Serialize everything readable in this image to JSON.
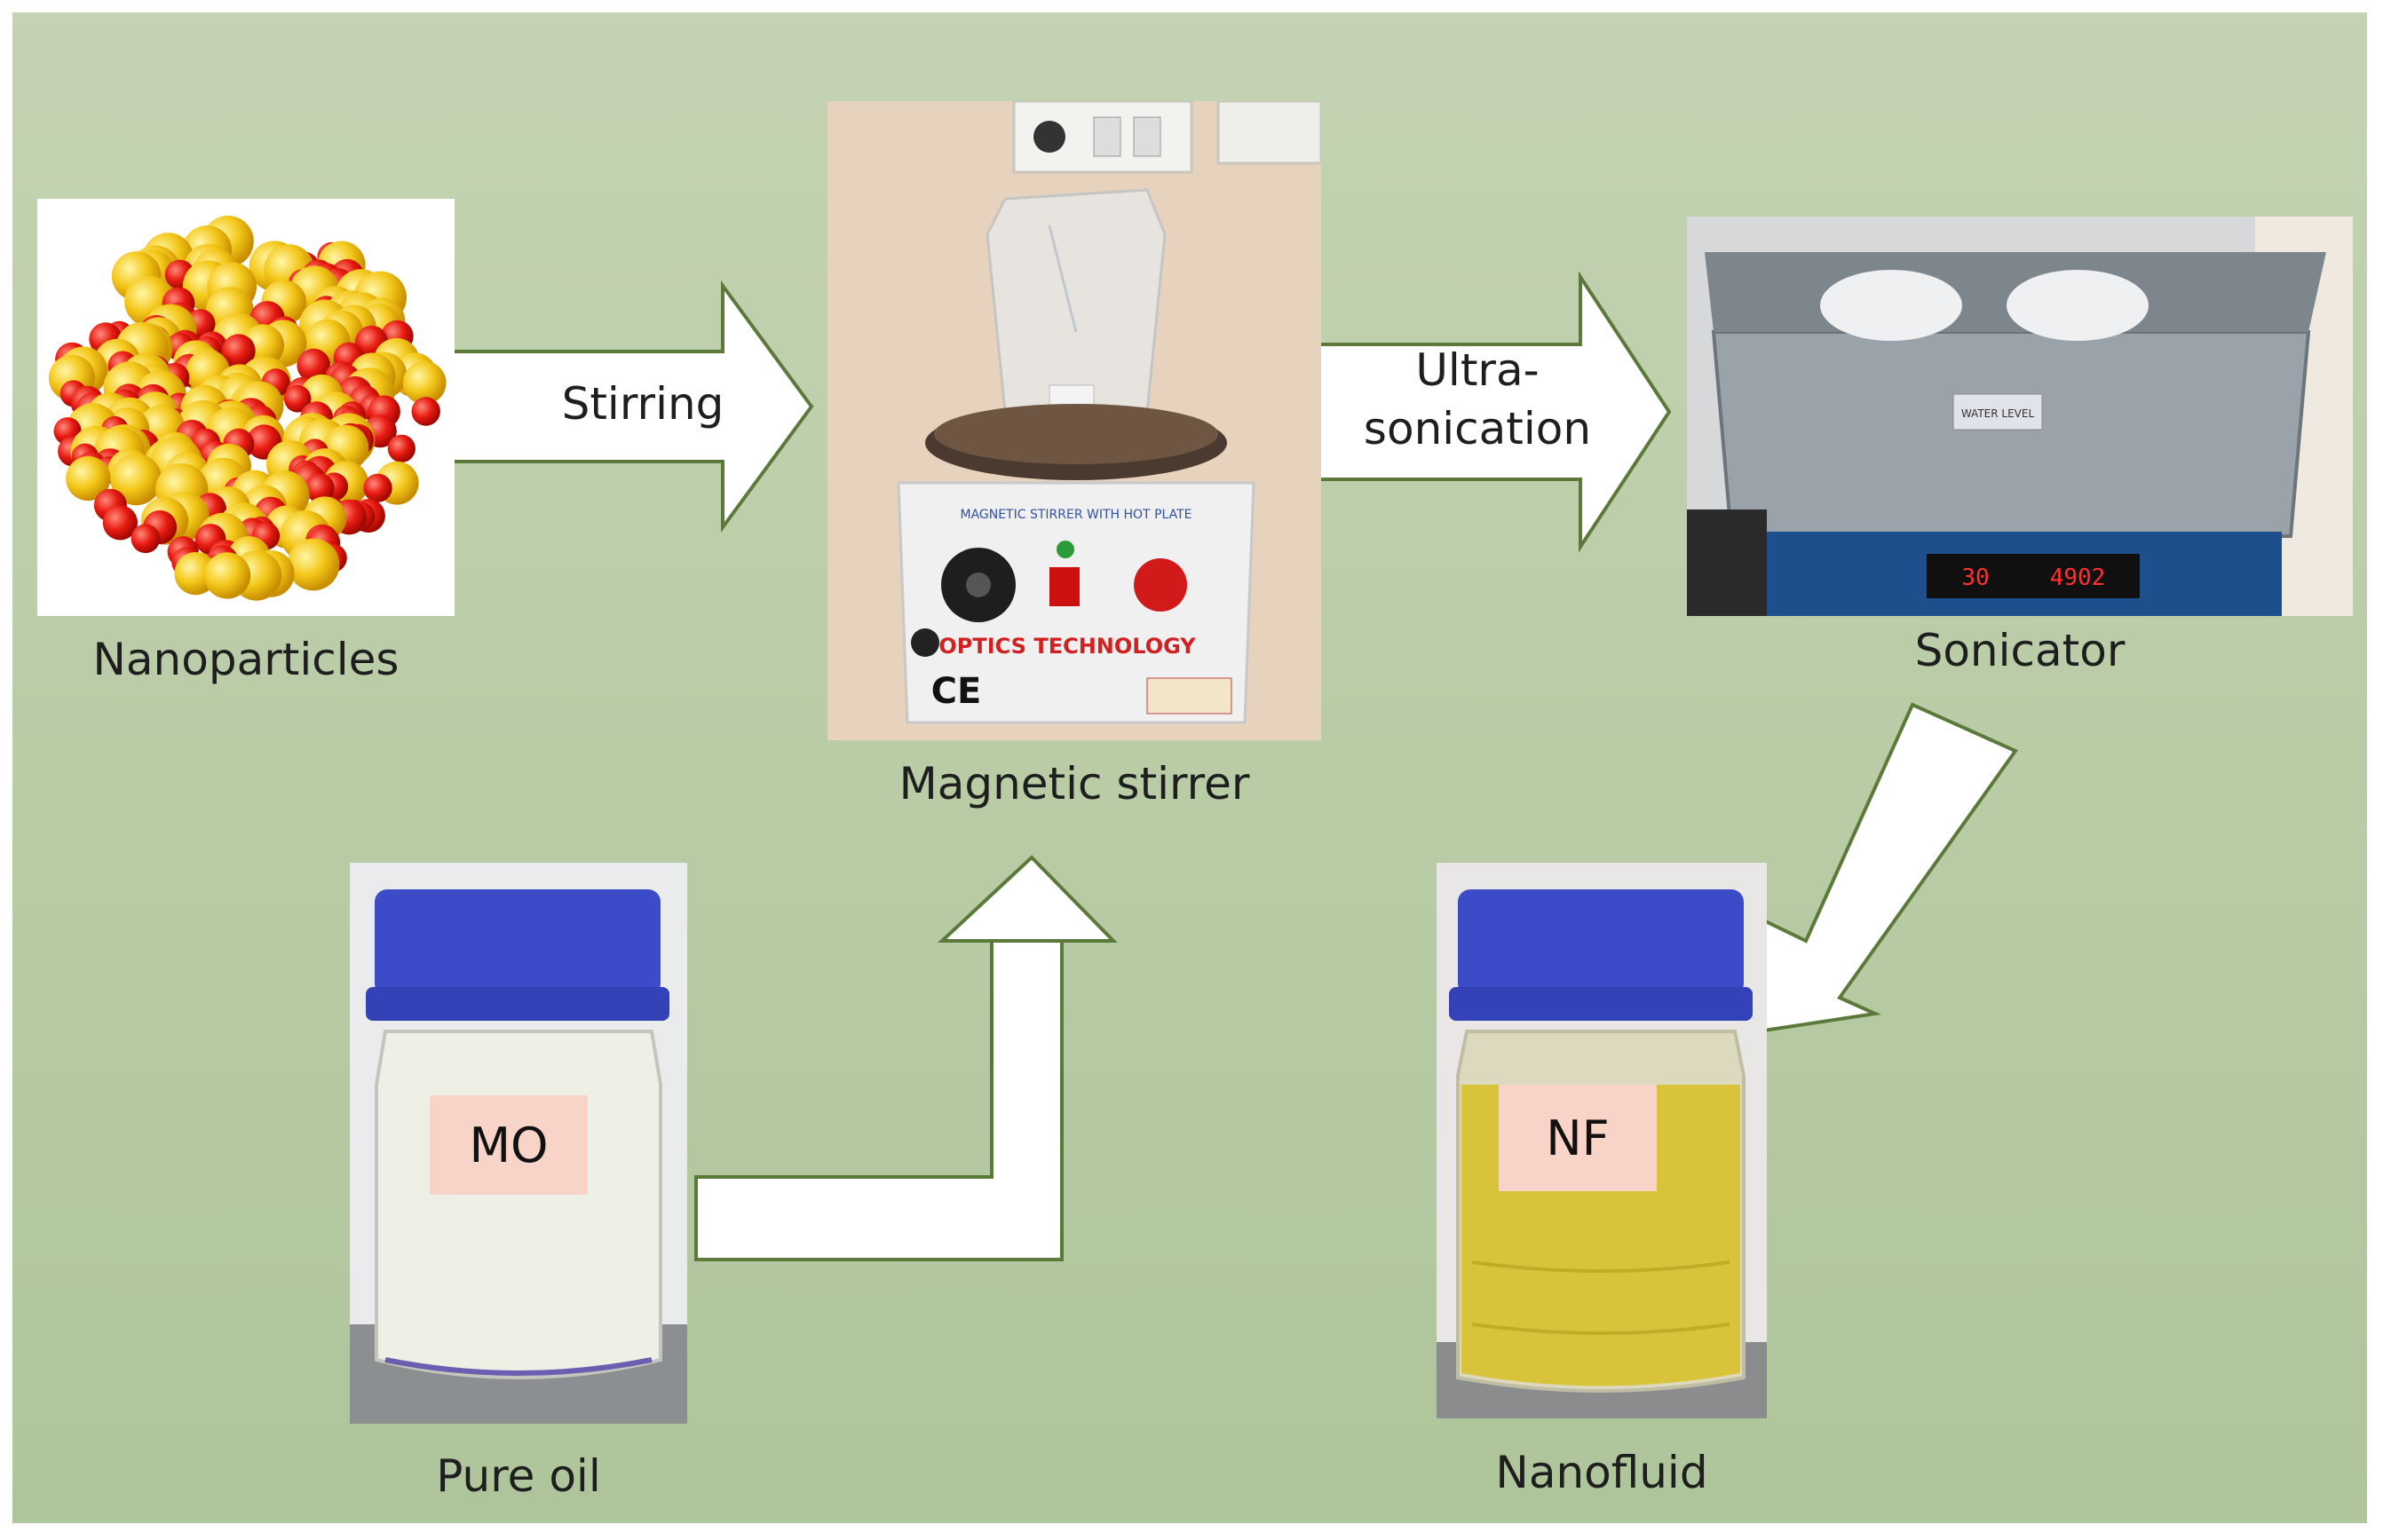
{
  "labels": {
    "nanoparticles": "Nanoparticles",
    "stirring": "Stirring",
    "magnetic_stirrer": "Magnetic stirrer",
    "ultrasonication_line1": "Ultra-",
    "ultrasonication_line2": "sonication",
    "sonicator": "Sonicator",
    "pure_oil": "Pure oil",
    "nanofluid": "Nanofluid"
  },
  "jar_tags": {
    "mo": "MO",
    "nf": "NF"
  },
  "device_text": {
    "stirrer_panel_title": "MAGNETIC STIRRER WITH HOT PLATE",
    "stirrer_brand": "OPTICS TECHNOLOGY",
    "ce_mark": "CE",
    "sonicator_display_left": "30",
    "sonicator_display_right": "4902",
    "sonicator_tag": "WATER LEVEL"
  }
}
